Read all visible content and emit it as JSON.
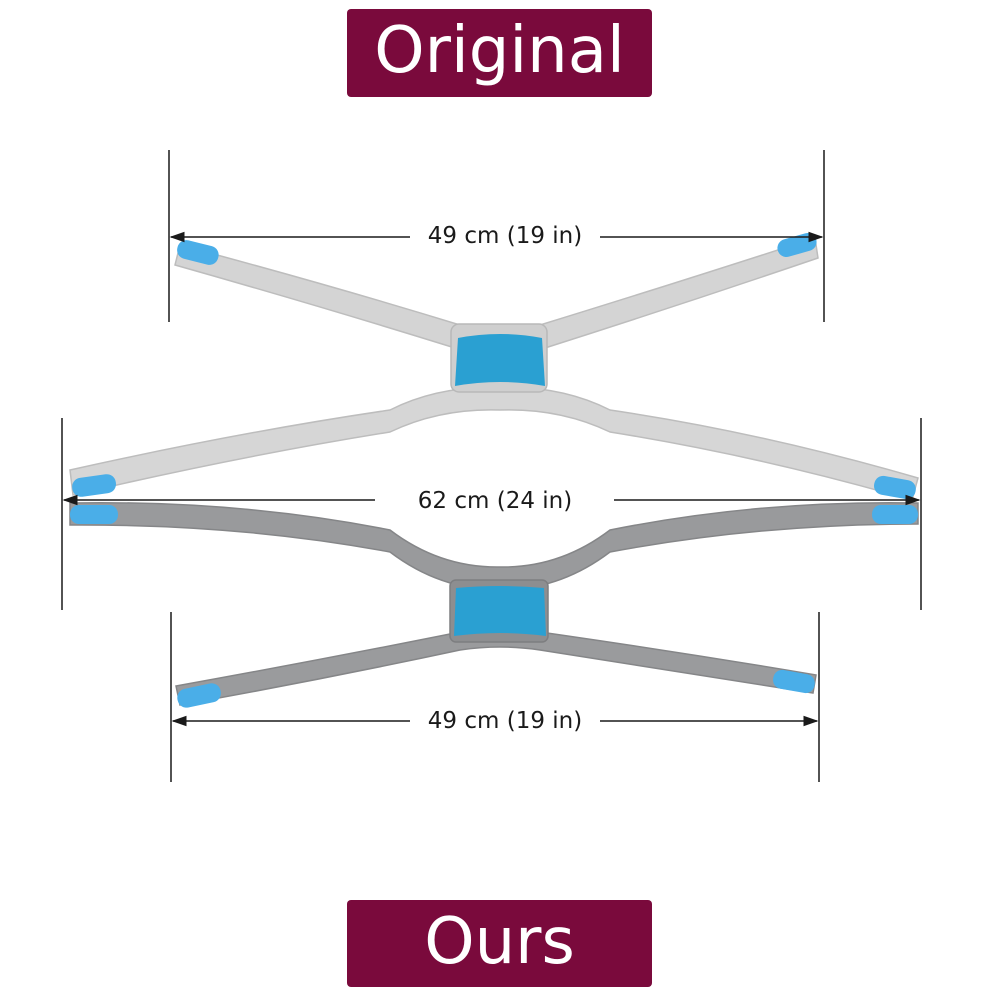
{
  "colors": {
    "banner": "#7a0a3c",
    "banner_text": "#ffffff",
    "light_strap": "#d4d4d4",
    "dark_strap": "#999a9c",
    "foam": "#2aa0d2",
    "tab": "#4aaee8",
    "line": "#1a1a1a"
  },
  "banners": {
    "top": "Original",
    "bottom": "Ours"
  },
  "measurements": {
    "original_top_width": "49 cm (19 in)",
    "full_width": "62 cm (24 in)",
    "ours_bottom_width": "49 cm (19 in)"
  }
}
